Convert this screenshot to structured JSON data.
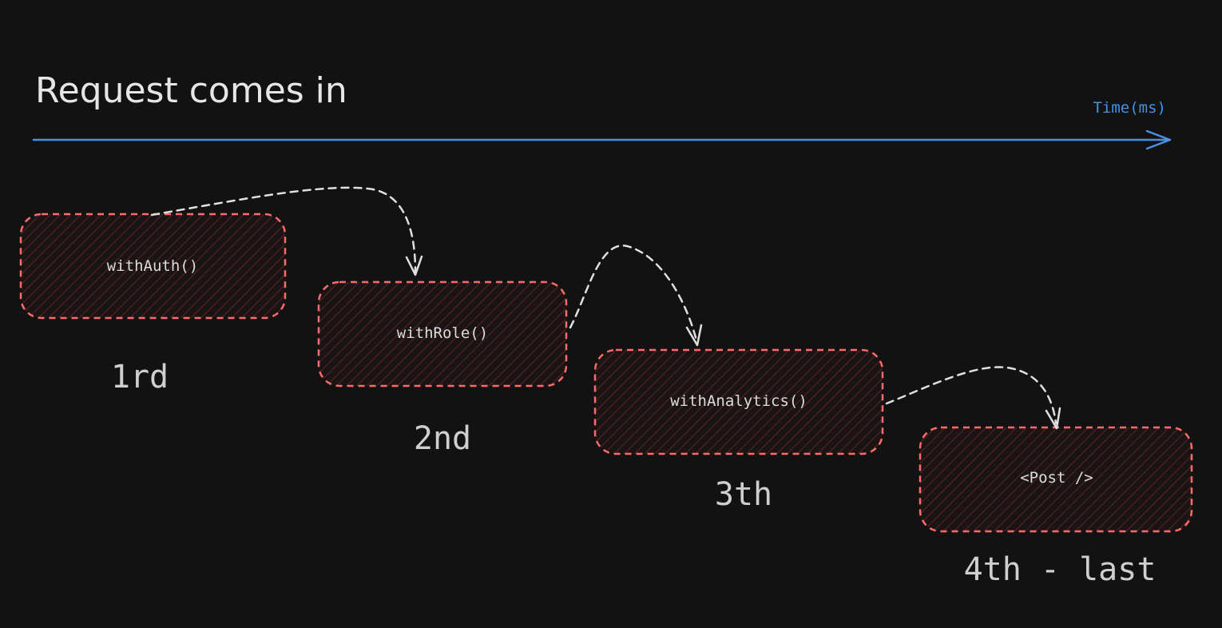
{
  "title": "Request comes in",
  "timeline": {
    "label": "Time(ms)",
    "color": "#4a90e2"
  },
  "colors": {
    "background": "#121212",
    "box_stroke": "#ff6b6b",
    "connector": "#e0e0e0"
  },
  "steps": [
    {
      "id": "auth",
      "label": "withAuth()",
      "order": "1rd"
    },
    {
      "id": "role",
      "label": "withRole()",
      "order": "2nd"
    },
    {
      "id": "analytics",
      "label": "withAnalytics()",
      "order": "3th"
    },
    {
      "id": "post",
      "label": "<Post />",
      "order": "4th - last"
    }
  ]
}
